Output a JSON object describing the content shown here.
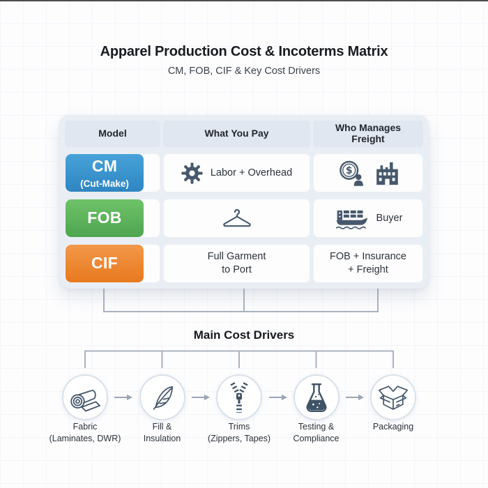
{
  "page": {
    "title": "Apparel Production Cost & Incoterms Matrix",
    "subtitle": "CM, FOB, CIF & Key Cost Drivers"
  },
  "matrix": {
    "headers": [
      "Model",
      "What You Pay",
      "Who Manages Freight"
    ],
    "rows": [
      {
        "model": "CM",
        "model_sub": "(Cut-Make)",
        "badge_bg": "linear-gradient(180deg,#48a3d9,#2e85c2)",
        "pay_text": "Labor + Overhead",
        "pay_icon": "gear-icon",
        "freight_icons": [
          "dollar-coin-person-icon",
          "factory-icon"
        ]
      },
      {
        "model": "FOB",
        "badge_bg": "linear-gradient(180deg,#6fc268,#4ea550)",
        "pay_icon": "hanger-icon",
        "freight_text": "Buyer",
        "freight_icon": "cargo-ship-icon"
      },
      {
        "model": "CIF",
        "badge_bg": "linear-gradient(180deg,#f2984a,#e8791e)",
        "pay_line1": "Full Garment",
        "pay_line2": "to Port",
        "freight_line1": "FOB + Insurance",
        "freight_line2": "+ Freight"
      }
    ]
  },
  "drivers": {
    "title": "Main Cost Drivers",
    "items": [
      {
        "icon": "fabric-roll-icon",
        "line1": "Fabric",
        "line2": "(Laminates, DWR)"
      },
      {
        "icon": "feather-icon",
        "line1": "Fill &",
        "line2": "Insulation"
      },
      {
        "icon": "zipper-icon",
        "line1": "Trims",
        "line2": "(Zippers, Tapes)"
      },
      {
        "icon": "flask-icon",
        "line1": "Testing &",
        "line2": "Compliance"
      },
      {
        "icon": "open-box-icon",
        "line1": "Packaging",
        "line2": ""
      }
    ]
  },
  "colors": {
    "icon_slate": "#46586b",
    "connector_gray": "#a9b3c1",
    "card_bg": "#e9edf4",
    "header_cell_bg": "#e1e7f0",
    "cm_blue": "#3390c9",
    "fob_green": "#5cb45c",
    "cif_orange": "#ee8330"
  }
}
